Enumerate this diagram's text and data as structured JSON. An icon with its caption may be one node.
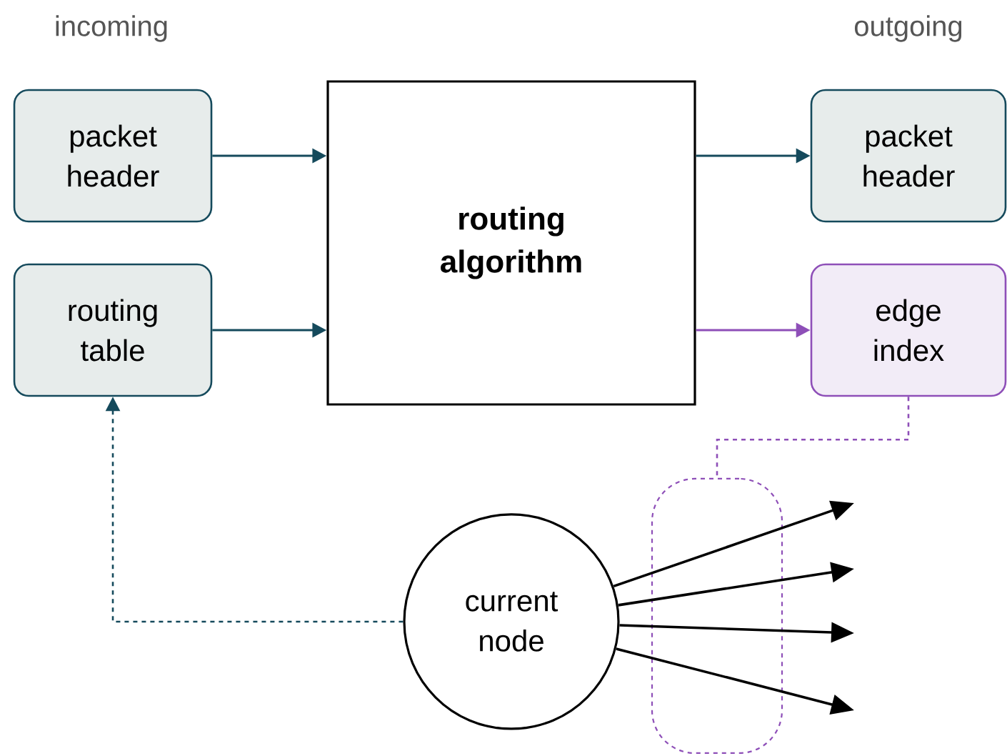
{
  "diagram": {
    "nodes": [
      {
        "text": [
          "packet header"
        ]
      },
      {
        "text": [
          "routing table"
        ]
      },
      {
        "text": [
          "routing algorithm"
        ]
      },
      {
        "text": [
          "packet header"
        ]
      },
      {
        "text": [
          "edge index"
        ]
      },
      {
        "text": [
          "current node"
        ]
      },
      {
        "text": [],
        "shape": "box"
      }
    ],
    "edges": [
      {
        "from": 0,
        "to": 2,
        "arrow": "to"
      },
      {
        "from": 1,
        "to": 2,
        "arrow": "to"
      },
      {
        "from": 2,
        "to": 3,
        "arrow": "to"
      },
      {
        "from": 2,
        "to": 4,
        "arrow": "to",
        "color": "#8e4fb8"
      },
      {
        "from": 5,
        "to": 1,
        "arrow": "to",
        "style": "dashed"
      },
      {
        "from": 4,
        "to": 6,
        "arrow": "none",
        "style": "dashed",
        "color": "#8e4fb8"
      },
      {
        "from": 5,
        "to": null,
        "arrow": "to",
        "color": "#000000"
      },
      {
        "from": 5,
        "to": null,
        "arrow": "to",
        "color": "#000000"
      },
      {
        "from": 5,
        "to": null,
        "arrow": "to",
        "color": "#000000"
      },
      {
        "from": 5,
        "to": null,
        "arrow": "to",
        "color": "#000000"
      }
    ],
    "labels": [
      "incoming",
      "outgoing"
    ]
  }
}
